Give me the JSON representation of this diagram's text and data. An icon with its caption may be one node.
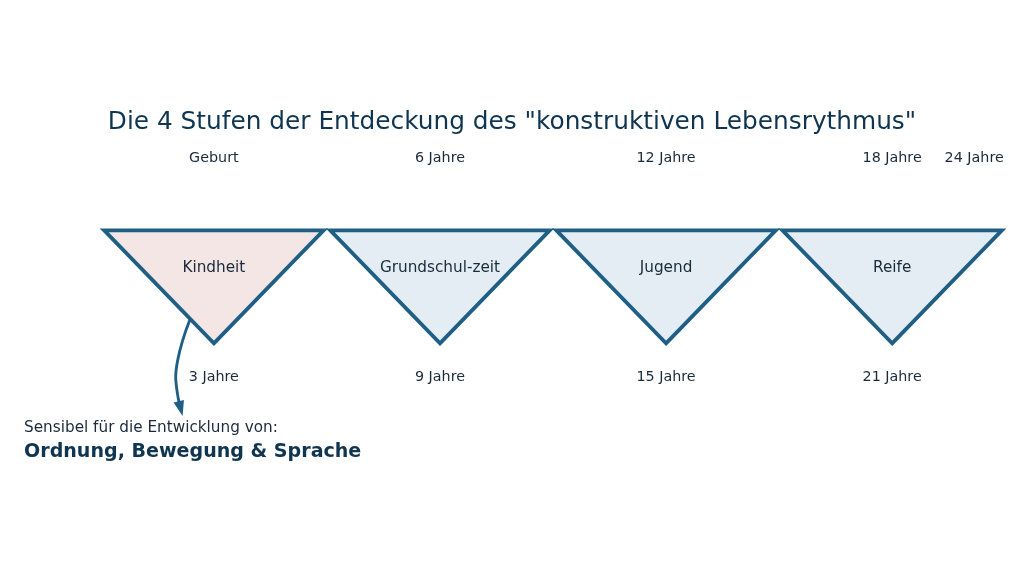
{
  "diagram": {
    "title": "Die 4 Stufen der Entdeckung des \"konstruktiven Lebensrythmus\"",
    "nodes": [
      {
        "text": [
          "Kindheit"
        ]
      },
      {
        "text": [
          "Grundschul-zeit"
        ]
      },
      {
        "text": [
          "Jugend"
        ]
      },
      {
        "text": [
          "Reife"
        ]
      },
      {
        "text": [
          "Sensibel für die Entwicklung von:",
          "Ordnung, Bewegung & Sprache"
        ]
      }
    ],
    "edges": [
      {
        "from": 0,
        "to": 4,
        "arrow": "to"
      }
    ],
    "labels": [
      "Geburt",
      "6 Jahre",
      "12 Jahre",
      "18 Jahre",
      "24 Jahre",
      "3 Jahre",
      "9 Jahre",
      "15 Jahre",
      "21 Jahre"
    ]
  }
}
